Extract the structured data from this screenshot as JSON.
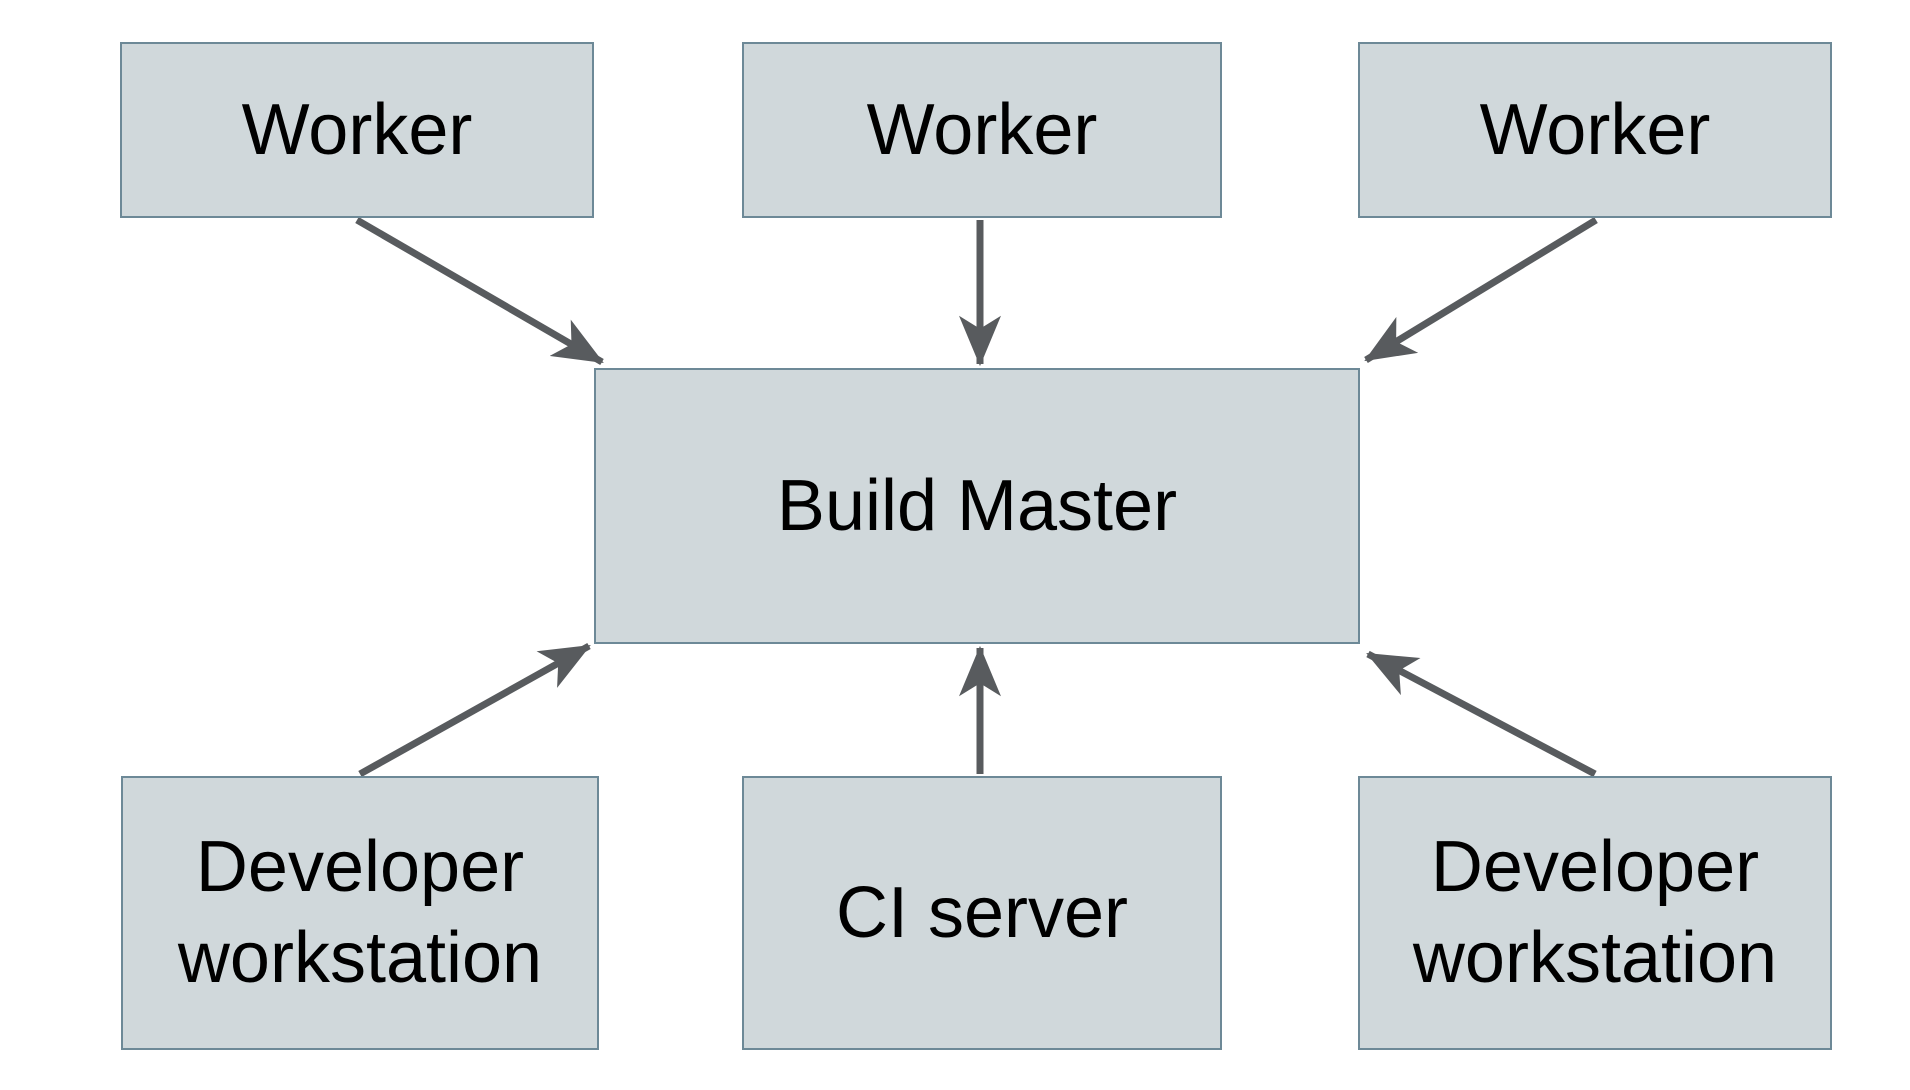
{
  "diagram": {
    "type": "architecture-diagram",
    "background": "#ffffff",
    "colors": {
      "node_fill": "#d0d8db",
      "node_border": "#6d8997",
      "arrow": "#585b5e",
      "text": "#000000",
      "background": "#ffffff"
    },
    "nodes": {
      "worker_left": {
        "label": "Worker"
      },
      "worker_center": {
        "label": "Worker"
      },
      "worker_right": {
        "label": "Worker"
      },
      "build_master": {
        "label": "Build Master"
      },
      "dev_workstation_left": {
        "label": "Developer workstation"
      },
      "ci_server": {
        "label": "CI server"
      },
      "dev_workstation_right": {
        "label": "Developer workstation"
      }
    },
    "edges": [
      {
        "from": "worker_left",
        "to": "build_master"
      },
      {
        "from": "worker_center",
        "to": "build_master"
      },
      {
        "from": "worker_right",
        "to": "build_master"
      },
      {
        "from": "ci_server",
        "to": "build_master"
      },
      {
        "from": "dev_workstation_left",
        "to": "build_master"
      },
      {
        "from": "dev_workstation_right",
        "to": "build_master"
      }
    ]
  }
}
